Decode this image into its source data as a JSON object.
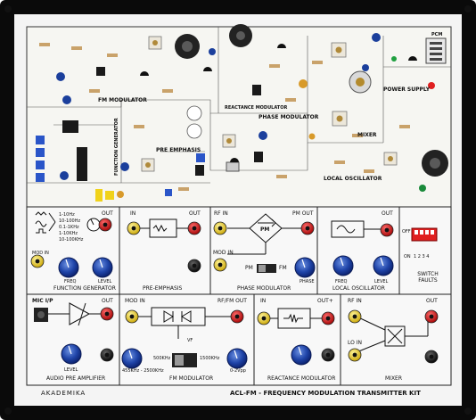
{
  "board": {
    "brand": "AKADEMIKA",
    "kit_title": "ACL-FM - FREQUENCY MODULATION TRANSMITTER KIT"
  },
  "pcb": {
    "fm_modulator": "FM MODULATOR",
    "reactance_modulator": "REACTANCE MODULATOR",
    "phase_modulator": "PHASE MODULATOR",
    "pre_emphasis": "PRE EMPHASIS",
    "mixer": "MIXER",
    "power_supply": "POWER SUPPLY",
    "local_oscillator": "LOCAL OSCILLATOR",
    "function_generator": "FUNCTION GENERATOR",
    "pcm": "PCM"
  },
  "panel": {
    "fg": {
      "freq_ranges": [
        "1-10Hz",
        "10-100Hz",
        "0.1-1KHz",
        "1-10KHz",
        "10-100KHz"
      ],
      "out": "OUT",
      "mod_in": "MOD IN",
      "freq": "FREQ",
      "level": "LEVEL",
      "title": "FUNCTION GENERATOR"
    },
    "pe": {
      "in": "IN",
      "out": "OUT",
      "title": "PRE-EMPHASIS"
    },
    "pm": {
      "rf_in": "RF IN",
      "pm_out": "PM OUT",
      "mod_in": "MOD IN",
      "block": "PM",
      "sw_pm": "PM",
      "sw_fm": "FM",
      "phase": "PHASE",
      "title": "PHASE MODULATOR"
    },
    "lo": {
      "out": "OUT",
      "freq": "FREQ",
      "level": "LEVEL",
      "title": "LOCAL OSCILLATOR"
    },
    "sf": {
      "off": "OFF",
      "on": "ON",
      "numbers": "1 2 3 4",
      "title": "SWITCH FAULTS"
    },
    "ap": {
      "mic_in": "MIC I/P",
      "out": "OUT",
      "level": "LEVEL",
      "title": "AUDIO PRE AMPLIFIER"
    },
    "fmm": {
      "mod_in": "MOD IN",
      "rf_fm_out": "RF/FM OUT",
      "vf": "VF",
      "range_low": "455KHz - 2500KHz",
      "sw_left": "500KHz",
      "sw_right": "1500KHz",
      "range_amp": "0-2Vpp",
      "title": "FM MODULATOR"
    },
    "rm": {
      "in": "IN",
      "out": "OUT+",
      "title": "REACTANCE MODULATOR"
    },
    "mx": {
      "rf_in": "RF IN",
      "out": "OUT",
      "lo_in": "LO IN",
      "title": "MIXER"
    }
  }
}
